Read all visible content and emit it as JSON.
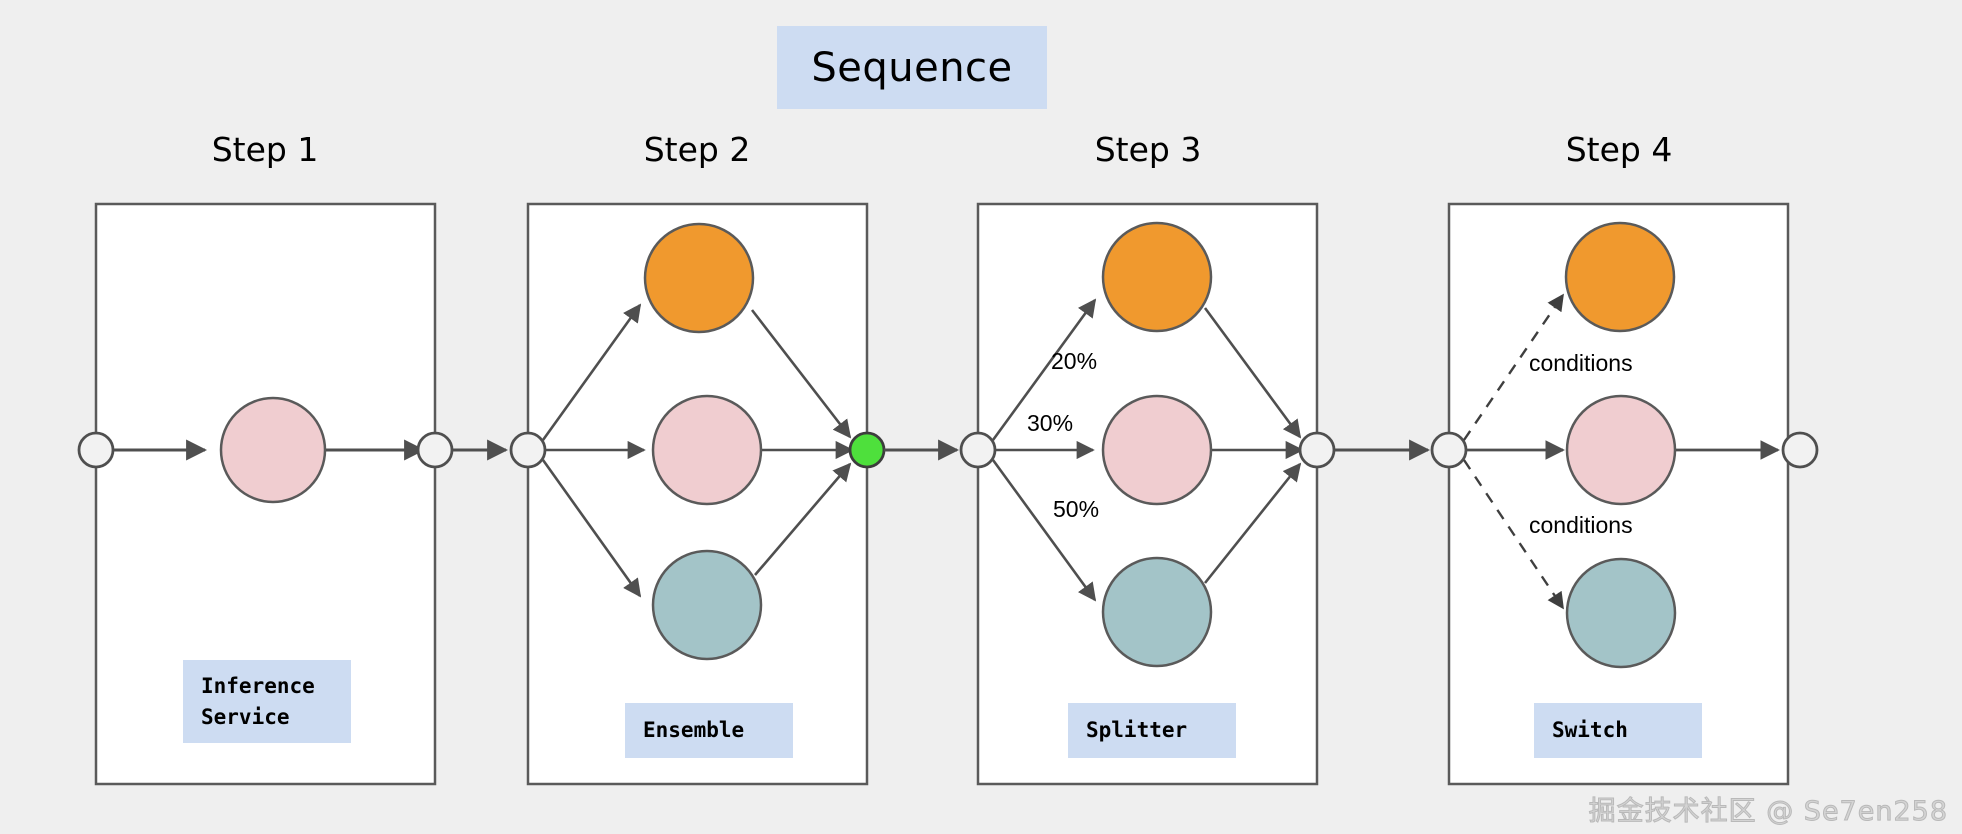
{
  "canvas": {
    "background": "#efefef",
    "panel_fill": "#ffffff",
    "panel_stroke": "#5a5a5a",
    "edge_stroke": "#4f4f4f"
  },
  "title": {
    "text": "Sequence",
    "box_color": "#cddcf2"
  },
  "palette": {
    "orange": "#f0992e",
    "pink": "#f0cdd0",
    "teal": "#a3c4c8",
    "green": "#4ee03c",
    "node_white": "#f2f2f2",
    "label_box": "#cddcf2",
    "stroke": "#5a5a5a"
  },
  "steps": [
    {
      "heading": "Step 1",
      "component_label": "Inference\nService",
      "component_label_lines": [
        "Inference",
        "Service"
      ],
      "kind": "inference-service",
      "nodes": [
        {
          "name": "model-a",
          "color": "#f0cdd0"
        }
      ],
      "edges": [
        {
          "from": "entry",
          "to": "model-a",
          "style": "solid",
          "label": ""
        },
        {
          "from": "model-a",
          "to": "exit",
          "style": "solid",
          "label": ""
        }
      ]
    },
    {
      "heading": "Step 2",
      "component_label": "Ensemble",
      "component_label_lines": [
        "Ensemble"
      ],
      "kind": "ensemble",
      "nodes": [
        {
          "name": "model-top",
          "color": "#f0992e"
        },
        {
          "name": "model-middle",
          "color": "#f0cdd0"
        },
        {
          "name": "model-bottom",
          "color": "#a3c4c8"
        }
      ],
      "edges": [
        {
          "from": "entry",
          "to": "model-top",
          "style": "solid",
          "label": ""
        },
        {
          "from": "entry",
          "to": "model-middle",
          "style": "solid",
          "label": ""
        },
        {
          "from": "entry",
          "to": "model-bottom",
          "style": "solid",
          "label": ""
        },
        {
          "from": "model-top",
          "to": "join",
          "style": "solid",
          "label": ""
        },
        {
          "from": "model-middle",
          "to": "join",
          "style": "solid",
          "label": ""
        },
        {
          "from": "model-bottom",
          "to": "join",
          "style": "solid",
          "label": ""
        }
      ],
      "join_node_color": "#4ee03c"
    },
    {
      "heading": "Step 3",
      "component_label": "Splitter",
      "component_label_lines": [
        "Splitter"
      ],
      "kind": "splitter",
      "nodes": [
        {
          "name": "model-top",
          "color": "#f0992e"
        },
        {
          "name": "model-middle",
          "color": "#f0cdd0"
        },
        {
          "name": "model-bottom",
          "color": "#a3c4c8"
        }
      ],
      "edges": [
        {
          "from": "entry",
          "to": "model-top",
          "style": "solid",
          "label": "20%"
        },
        {
          "from": "entry",
          "to": "model-middle",
          "style": "solid",
          "label": "30%"
        },
        {
          "from": "entry",
          "to": "model-bottom",
          "style": "solid",
          "label": "50%"
        },
        {
          "from": "model-top",
          "to": "join",
          "style": "solid",
          "label": ""
        },
        {
          "from": "model-middle",
          "to": "join",
          "style": "solid",
          "label": ""
        },
        {
          "from": "model-bottom",
          "to": "join",
          "style": "solid",
          "label": ""
        }
      ],
      "split_weights": [
        "20%",
        "30%",
        "50%"
      ]
    },
    {
      "heading": "Step 4",
      "component_label": "Switch",
      "component_label_lines": [
        "Switch"
      ],
      "kind": "switch",
      "nodes": [
        {
          "name": "model-top",
          "color": "#f0992e"
        },
        {
          "name": "model-middle",
          "color": "#f0cdd0"
        },
        {
          "name": "model-bottom",
          "color": "#a3c4c8"
        }
      ],
      "edges": [
        {
          "from": "entry",
          "to": "model-top",
          "style": "dashed",
          "label": "conditions"
        },
        {
          "from": "entry",
          "to": "model-middle",
          "style": "solid",
          "label": ""
        },
        {
          "from": "entry",
          "to": "model-bottom",
          "style": "dashed",
          "label": "conditions"
        },
        {
          "from": "model-middle",
          "to": "exit",
          "style": "solid",
          "label": ""
        }
      ],
      "condition_labels": [
        "conditions",
        "conditions"
      ]
    }
  ],
  "watermark": {
    "text": "掘金技术社区 @ Se7en258"
  }
}
